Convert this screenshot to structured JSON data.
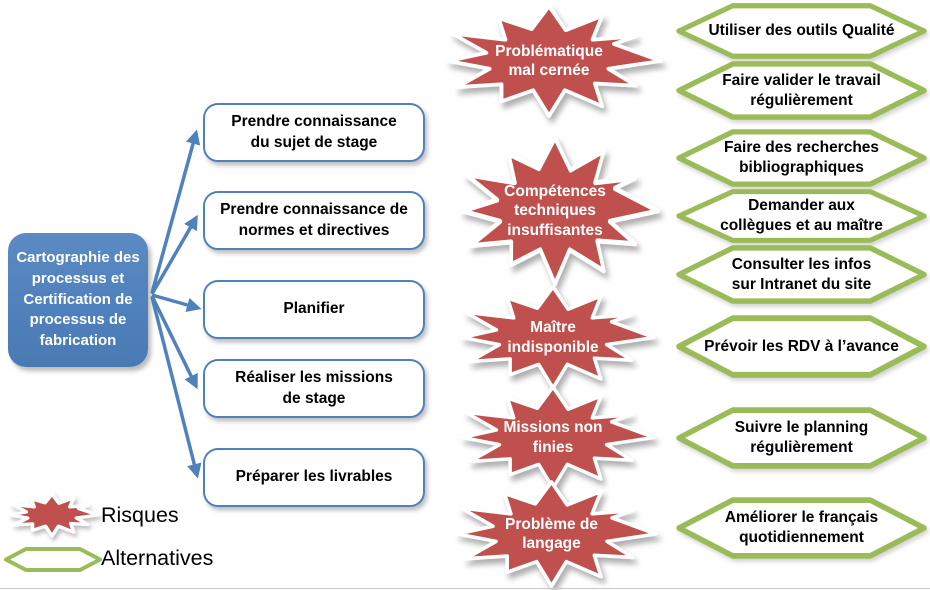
{
  "root": {
    "label": "Cartographie des\nprocessus et\nCertification de\nprocessus de\nfabrication"
  },
  "processes": [
    {
      "label": "Prendre connaissance\ndu sujet de stage"
    },
    {
      "label": "Prendre connaissance de\nnormes et directives"
    },
    {
      "label": "Planifier"
    },
    {
      "label": "Réaliser les missions\nde stage"
    },
    {
      "label": "Préparer les livrables"
    }
  ],
  "risks": [
    {
      "label": "Problématique\nmal cernée"
    },
    {
      "label": "Compétences\ntechniques\ninsuffisantes"
    },
    {
      "label": "Maître\nindisponible"
    },
    {
      "label": "Missions non\nfinies"
    },
    {
      "label": "Problème de\nlangage"
    }
  ],
  "alternatives": [
    {
      "label": "Utiliser des outils Qualité"
    },
    {
      "label": "Faire valider le travail\nrégulièrement"
    },
    {
      "label": "Faire des recherches\nbibliographiques"
    },
    {
      "label": "Demander aux\ncollègues et au maître"
    },
    {
      "label": "Consulter les infos\nsur Intranet du site"
    },
    {
      "label": "Prévoir les RDV à l’avance"
    },
    {
      "label": "Suivre le planning\nrégulièrement"
    },
    {
      "label": "Améliorer le français\nquotidiennement"
    }
  ],
  "legend": {
    "risks_label": "Risques",
    "alternatives_label": "Alternatives"
  },
  "colors": {
    "blue": "#4F81BD",
    "red": "#C0504D",
    "green": "#9BBB59",
    "text": "#000000",
    "background": "#FFFFFF"
  }
}
